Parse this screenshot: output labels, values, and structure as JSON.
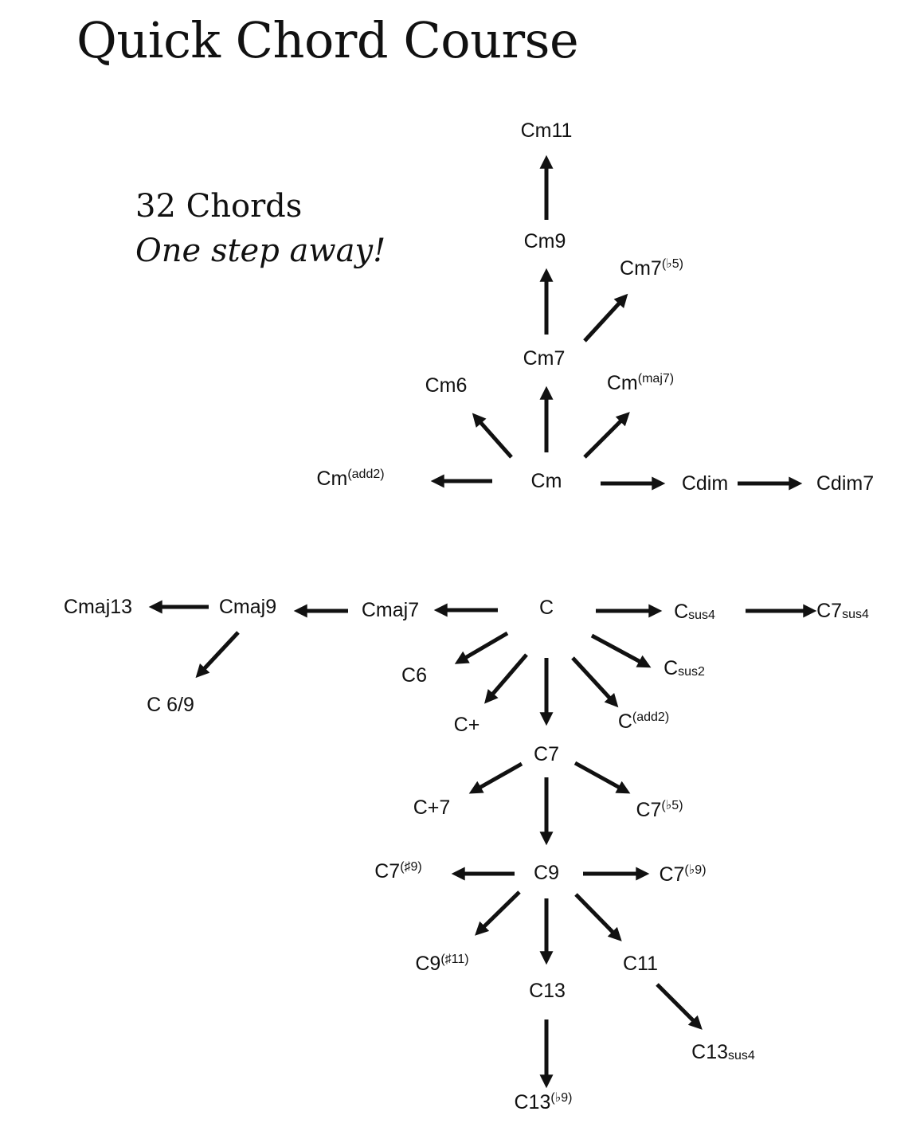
{
  "title": "Quick Chord Course",
  "tagline": {
    "line1": "32 Chords",
    "line2": "One step away!"
  },
  "chords": {
    "cm11": {
      "base": "Cm11"
    },
    "cm9": {
      "base": "Cm9"
    },
    "cm7b5": {
      "base": "Cm7",
      "sup": "(♭5)"
    },
    "cm7": {
      "base": "Cm7"
    },
    "cm6": {
      "base": "Cm6"
    },
    "cmmaj7": {
      "base": "Cm",
      "sup": "(maj7)"
    },
    "cmadd2": {
      "base": "Cm",
      "sup": "(add2)"
    },
    "cm": {
      "base": "Cm"
    },
    "cdim": {
      "base": "Cdim"
    },
    "cdim7": {
      "base": "Cdim7"
    },
    "cmaj13": {
      "base": "Cmaj13"
    },
    "cmaj9": {
      "base": "Cmaj9"
    },
    "cmaj7": {
      "base": "Cmaj7"
    },
    "c": {
      "base": "C"
    },
    "csus4": {
      "base": "C",
      "sub": "sus4"
    },
    "c7sus4": {
      "base": "C7",
      "sub": "sus4"
    },
    "c69": {
      "base": "C 6/9"
    },
    "c6": {
      "base": "C6"
    },
    "csus2": {
      "base": "C",
      "sub": "sus2"
    },
    "caug": {
      "base": "C+"
    },
    "cadd2": {
      "base": "C",
      "sup": "(add2)"
    },
    "c7": {
      "base": "C7"
    },
    "caug7": {
      "base": "C+7"
    },
    "c7b5": {
      "base": "C7",
      "sup": "(♭5)"
    },
    "c7s9": {
      "base": "C7",
      "sup": "(♯9)"
    },
    "c9": {
      "base": "C9"
    },
    "c7b9": {
      "base": "C7",
      "sup": "(♭9)"
    },
    "c9s11": {
      "base": "C9",
      "sup": "(♯11)"
    },
    "c11": {
      "base": "C11"
    },
    "c13": {
      "base": "C13"
    },
    "c13sus4": {
      "base": "C13",
      "sub": "sus4"
    },
    "c13b9": {
      "base": "C13",
      "sup": "(♭9)"
    }
  }
}
